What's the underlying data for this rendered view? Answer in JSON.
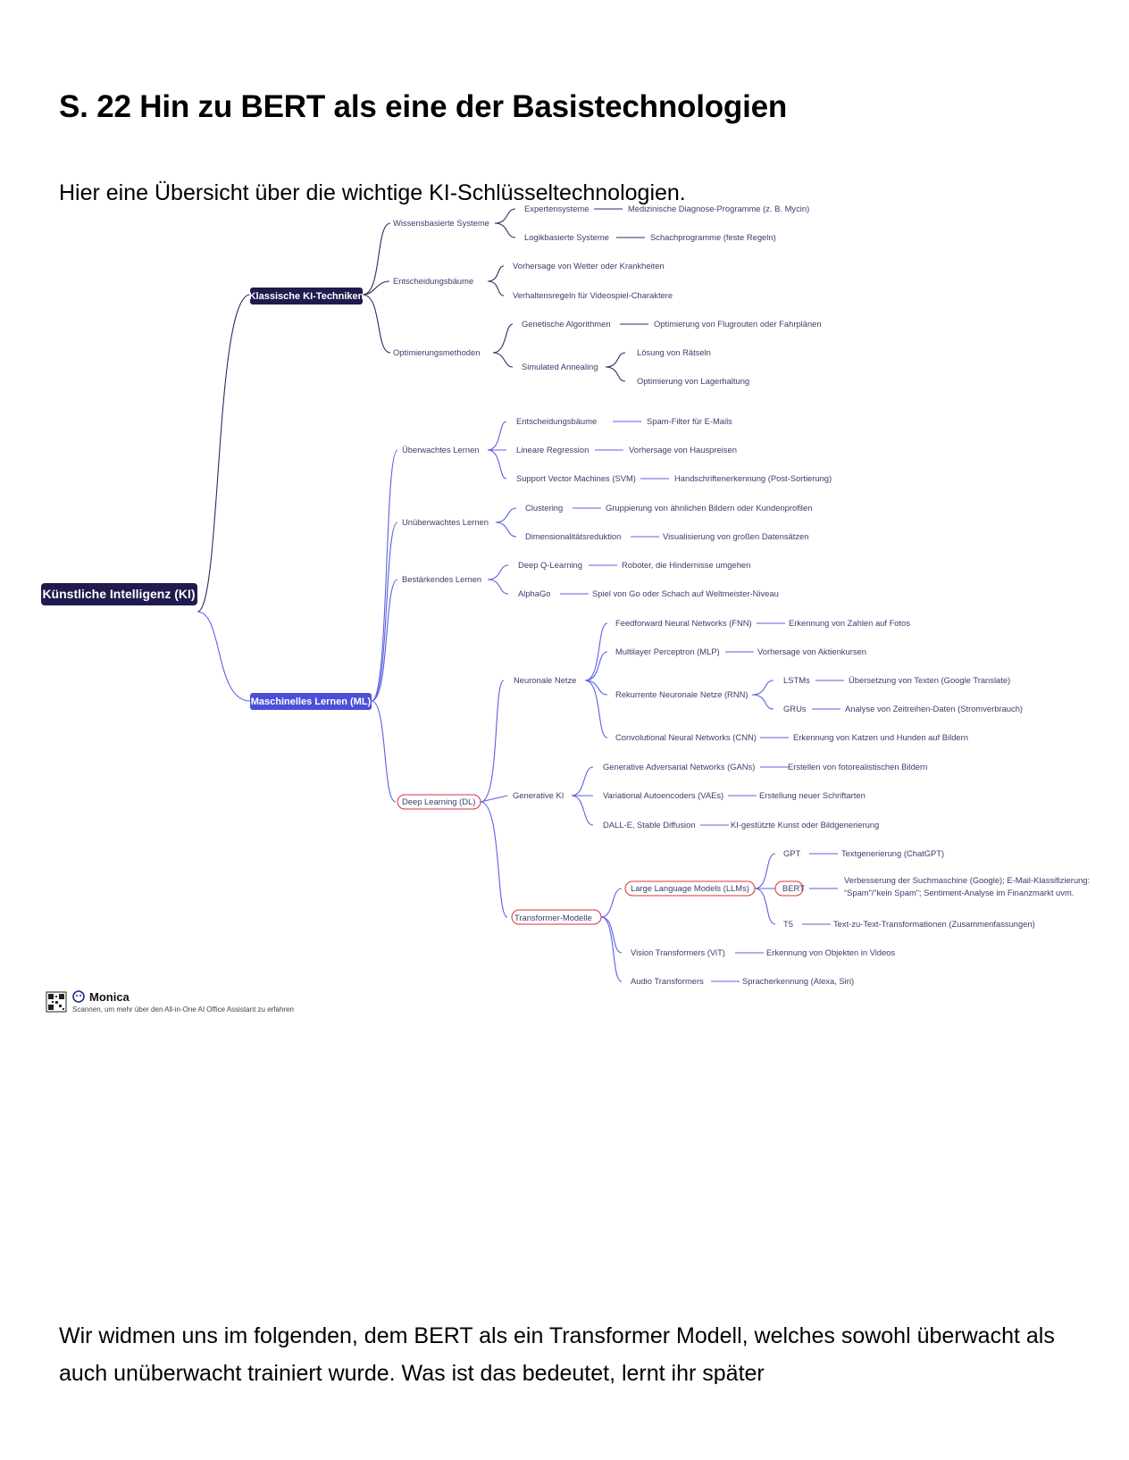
{
  "document": {
    "title": "S. 22 Hin zu BERT als eine der Basistechnologien",
    "intro": "Hier eine Übersicht über die wichtige KI-Schlüsseltechnologien.",
    "outro": "Wir widmen uns im folgenden, dem BERT als ein Transformer Modell, welches sowohl überwacht als auch unüberwacht trainiert wurde. Was ist das bedeutet, lernt ihr später"
  },
  "mindmap": {
    "root": "Künstliche Intelligenz (KI)",
    "klassisch": {
      "label": "Klassische KI-Techniken",
      "wissen": "Wissensbasierte Systeme",
      "experten": "Expertensysteme",
      "experten_bsp": "Medizinische Diagnose-Programme (z. B. Mycin)",
      "logik": "Logikbasierte Systeme",
      "logik_bsp": "Schachprogramme (feste Regeln)",
      "entscheid": "Entscheidungsbäume",
      "wetter": "Vorhersage von Wetter oder Krankheiten",
      "verhalten": "Verhaltensregeln für Videospiel-Charaktere",
      "optim": "Optimierungsmethoden",
      "genetisch": "Genetische Algorithmen",
      "genetisch_bsp": "Optimierung von Flugrouten oder Fahrplänen",
      "annealing": "Simulated Annealing",
      "raetsel": "Lösung von Rätseln",
      "lager": "Optimierung von Lagerhaltung"
    },
    "ml": {
      "label": "Maschinelles Lernen (ML)",
      "ueberwacht": "Überwachtes Lernen",
      "eb": "Entscheidungsbäume",
      "eb_bsp": "Spam-Filter für E-Mails",
      "linreg": "Lineare Regression",
      "linreg_bsp": "Vorhersage von Hauspreisen",
      "svm": "Support Vector Machines (SVM)",
      "svm_bsp": "Handschriftenerkennung (Post-Sortierung)",
      "unueberwacht": "Unüberwachtes Lernen",
      "clustering": "Clustering",
      "clustering_bsp": "Gruppierung von ähnlichen Bildern oder Kundenprofilen",
      "dimred": "Dimensionalitätsreduktion",
      "dimred_bsp": "Visualisierung von großen Datensätzen",
      "bestaerkend": "Bestärkendes Lernen",
      "dqn": "Deep Q-Learning",
      "dqn_bsp": "Roboter, die Hindernisse umgehen",
      "alphago": "AlphaGo",
      "alphago_bsp": "Spiel von Go oder Schach auf Weltmeister-Niveau",
      "dl": "Deep Learning (DL)",
      "nn": "Neuronale Netze",
      "fnn": "Feedforward Neural Networks (FNN)",
      "fnn_bsp": "Erkennung von Zahlen auf Fotos",
      "mlp": "Multilayer Perceptron (MLP)",
      "mlp_bsp": "Vorhersage von Aktienkursen",
      "rnn": "Rekurrente Neuronale Netze (RNN)",
      "lstm": "LSTMs",
      "lstm_bsp": "Übersetzung von Texten (Google Translate)",
      "gru": "GRUs",
      "gru_bsp": "Analyse von Zeitreihen-Daten (Stromverbrauch)",
      "cnn": "Convolutional Neural Networks (CNN)",
      "cnn_bsp": "Erkennung von Katzen und Hunden auf Bildern",
      "genki": "Generative KI",
      "gan": "Generative Adversarial Networks (GANs)",
      "gan_bsp": "Erstellen von fotorealistischen Bildern",
      "vae": "Variational Autoencoders (VAEs)",
      "vae_bsp": "Erstellung neuer Schriftarten",
      "dalle": "DALL-E, Stable Diffusion",
      "dalle_bsp": "KI-gestützte Kunst oder Bildgenerierung",
      "trans": "Transformer-Modelle",
      "llm": "Large Language Models (LLMs)",
      "gpt": "GPT",
      "gpt_bsp": "Textgenerierung (ChatGPT)",
      "bert": "BERT",
      "bert_bsp1": "Verbesserung der Suchmaschine (Google); E-Mail-Klassifizierung:",
      "bert_bsp2": "“Spam”/“kein Spam”; Sentiment-Analyse im Finanzmarkt uvm.",
      "t5": "T5",
      "t5_bsp": "Text-zu-Text-Transformationen (Zusammenfassungen)",
      "vit": "Vision Transformers (ViT)",
      "vit_bsp": "Erkennung von Objekten in Videos",
      "audio": "Audio Transformers",
      "audio_bsp": "Spracherkennung (Alexa, Siri)"
    }
  },
  "watermark": {
    "brand": "Monica",
    "caption": "Scannen, um mehr über den All-in-One AI Office Assistant zu erfahren"
  },
  "colors": {
    "dark_node": "#1f1b4d",
    "ml_node": "#4b4fd8",
    "dark_line": "#2e2a60",
    "ml_line": "#5b5fe0",
    "highlight": "#d8303c"
  }
}
